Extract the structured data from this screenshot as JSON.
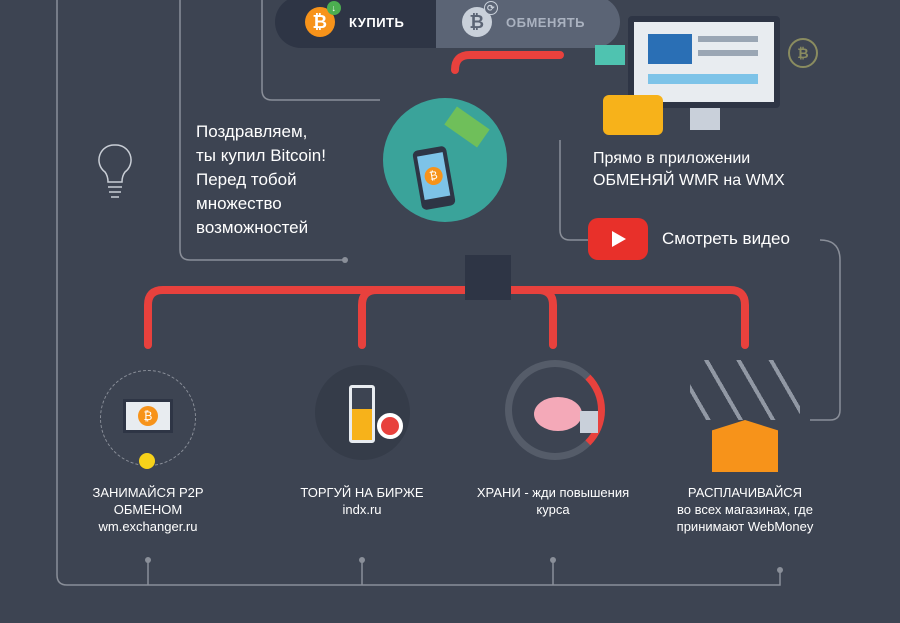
{
  "tabs": [
    {
      "label": "КУПИТЬ",
      "icon": "bitcoin-download-icon",
      "active": true
    },
    {
      "label": "ОБМЕНЯТЬ",
      "icon": "bitcoin-exchange-icon",
      "active": false
    }
  ],
  "congrats": {
    "lines": [
      "Поздравляем,",
      "ты купил Bitcoin!",
      "Перед тобой",
      "множество",
      "возможностей"
    ]
  },
  "app_promo": {
    "lines": [
      "Прямо в приложении",
      "ОБМЕНЯЙ WMR на WMX"
    ]
  },
  "video": {
    "label": "Смотреть видео",
    "icon": "youtube-play-icon"
  },
  "options": [
    {
      "lines": [
        "ЗАНИМАЙСЯ P2P",
        "ОБМЕНОМ",
        "wm.exchanger.ru"
      ],
      "icon": "p2p-exchange-world-icon"
    },
    {
      "lines": [
        "ТОРГУЙ НА БИРЖЕ",
        "indx.ru"
      ],
      "icon": "exchange-hourglass-icon"
    },
    {
      "lines": [
        "ХРАНИ - жди повышения",
        "курса"
      ],
      "icon": "piggy-bank-icon"
    },
    {
      "lines": [
        "РАСПЛАЧИВАЙСЯ",
        "во всех магазинах, где",
        "принимают WebMoney"
      ],
      "icon": "shopping-box-icon"
    }
  ],
  "colors": {
    "background": "#3d4452",
    "accent_red": "#e8413d",
    "bitcoin_orange": "#f7931a",
    "teal": "#3aa39a"
  }
}
